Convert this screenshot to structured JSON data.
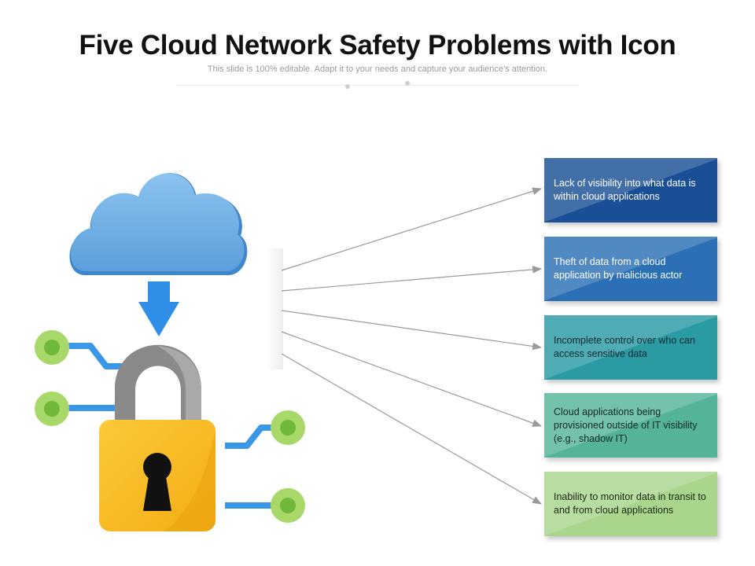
{
  "slide": {
    "title": "Five Cloud Network Safety Problems with Icon",
    "subtitle": "This slide is 100% editable. Adapt it to your needs and capture your audience’s attention."
  },
  "problems": [
    {
      "text": "Lack of visibility into what data is within cloud applications",
      "color": "#1a4f96",
      "text_color": "#ffffff"
    },
    {
      "text": "Theft of data from a cloud application by malicious actor",
      "color": "#2b6fb5",
      "text_color": "#ffffff"
    },
    {
      "text": "Incomplete control over who can access sensitive data",
      "color": "#2a9aa3",
      "text_color": "#0f2a2c"
    },
    {
      "text": "Cloud applications being provisioned outside of IT visibility (e.g., shadow IT)",
      "color": "#55b39a",
      "text_color": "#0f2a22"
    },
    {
      "text": "Inability to monitor data in transit to and from cloud applications",
      "color": "#a9d58c",
      "text_color": "#1a2a12"
    }
  ],
  "icons": {
    "cloud": "cloud-icon",
    "arrow": "arrow-down-icon",
    "padlock": "padlock-icon",
    "keyhole": "keyhole-icon",
    "circuit": "circuit-node-icon"
  },
  "colors": {
    "cloud": "#5fa3de",
    "arrow": "#2f8fe6",
    "lock_body": "#f6b81b",
    "lock_shackle": "#8a8a8a",
    "circuit_line": "#3a97e8",
    "circuit_node": "#a8d86a",
    "connector": "#9a9a9a"
  }
}
